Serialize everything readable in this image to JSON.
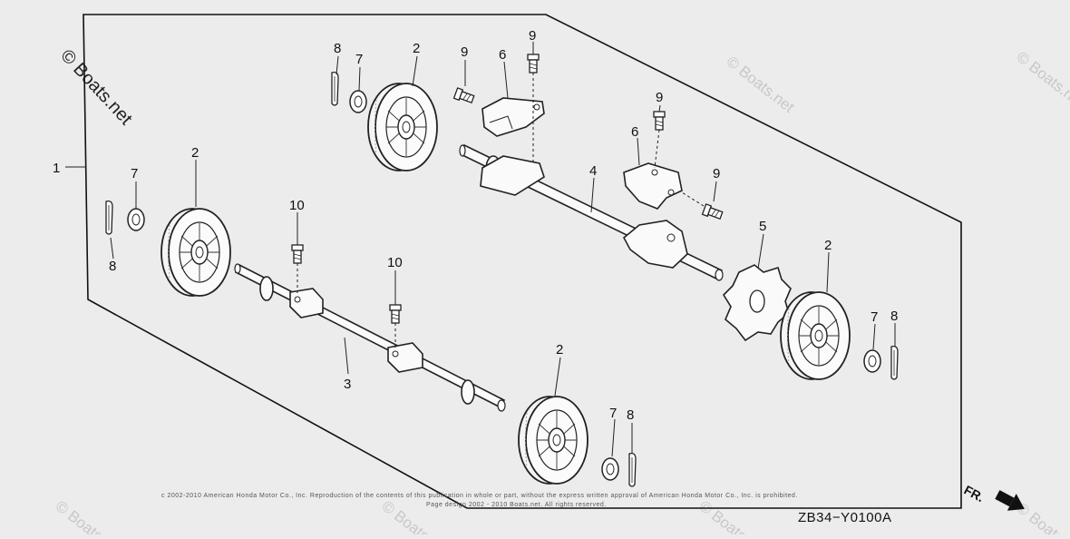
{
  "watermark": {
    "symbol": "©",
    "text": "Boats.net",
    "main_text": "© Boats.net"
  },
  "diagram_code": "ZB34−Y0100A",
  "front_marker": "FR.",
  "copyright_line1": "c 2002-2010 American Honda Motor Co., Inc. Reproduction of the contents of this publication in whole or part, without the express written approval of American Honda Motor Co., Inc. is prohibited.",
  "copyright_line2": "Page design 2002 - 2010 Boats.net. All rights reserved.",
  "callouts": {
    "c1": "1",
    "c2a": "2",
    "c2b": "2",
    "c2c": "2",
    "c2d": "2",
    "c3": "3",
    "c4": "4",
    "c5": "5",
    "c6a": "6",
    "c6b": "6",
    "c7a": "7",
    "c7b": "7",
    "c7c": "7",
    "c7d": "7",
    "c8a": "8",
    "c8b": "8",
    "c8c": "8",
    "c8d": "8",
    "c9a": "9",
    "c9b": "9",
    "c9c": "9",
    "c9d": "9",
    "c10a": "10",
    "c10b": "10"
  }
}
